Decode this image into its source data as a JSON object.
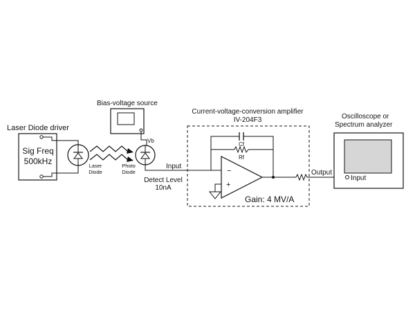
{
  "labels": {
    "laser_driver_title": "Laser Diode driver",
    "sig_freq_line1": "Sig Freq",
    "sig_freq_line2": "500kHz",
    "laser_diode_line1": "Laser",
    "laser_diode_line2": "Diode",
    "bias_source_title": "Bias-voltage source",
    "vb": "Vb",
    "photo_diode_line1": "Photo",
    "photo_diode_line2": "Diode",
    "detect_level_line1": "Detect Level",
    "detect_level_line2": "10nA",
    "input_label": "Input",
    "amp_title_line1": "Current-voltage-conversion amplifier",
    "amp_title_line2": "IV-204F3",
    "cf": "Cf",
    "rf": "Rf",
    "minus": "−",
    "plus": "+",
    "gain": "Gain: 4 MV/A",
    "output_label": "Output",
    "scope_title_line1": "Oscilloscope or",
    "scope_title_line2": "Spectrum analyzer",
    "scope_input": "Input"
  }
}
